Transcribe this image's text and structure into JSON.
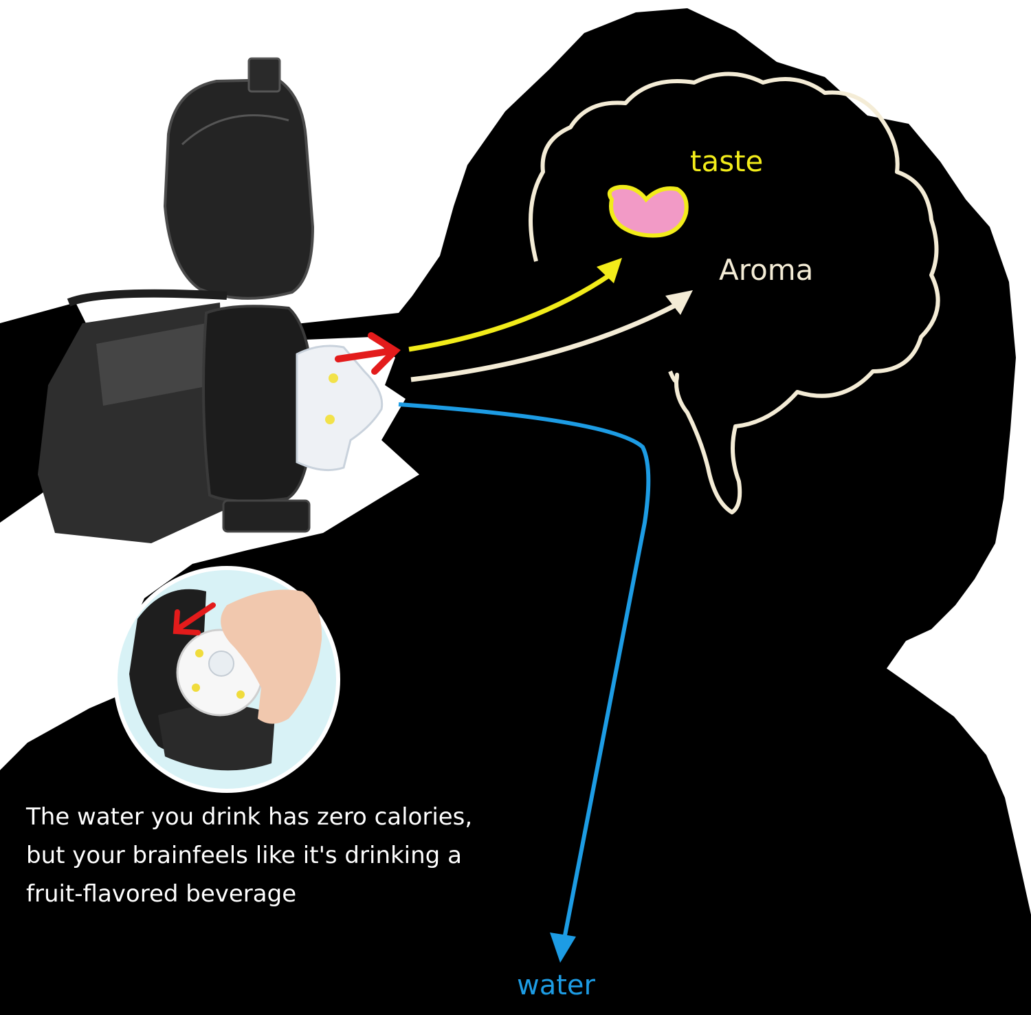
{
  "labels": {
    "taste": "taste",
    "aroma": "Aroma",
    "water": "water"
  },
  "caption": {
    "line1": "The water you drink has zero calories,",
    "line2": "but your brainfeels like it's drinking a",
    "line3": "fruit-flavored beverage"
  },
  "colors": {
    "silhouette": "#000000",
    "brain_outline": "#f4ecd6",
    "taste_arrow": "#f2ec1a",
    "aroma_arrow": "#f4ecd6",
    "water_arrow": "#1d9ce4",
    "pod_direction_arrow": "#e31b1b",
    "taste_center_fill": "#f29ac6",
    "taste_center_outline": "#f2ec1a"
  },
  "icons": {
    "bottle": "water-bottle-icon",
    "flavor_pod": "flavor-pod-icon",
    "brain": "brain-outline-icon"
  }
}
